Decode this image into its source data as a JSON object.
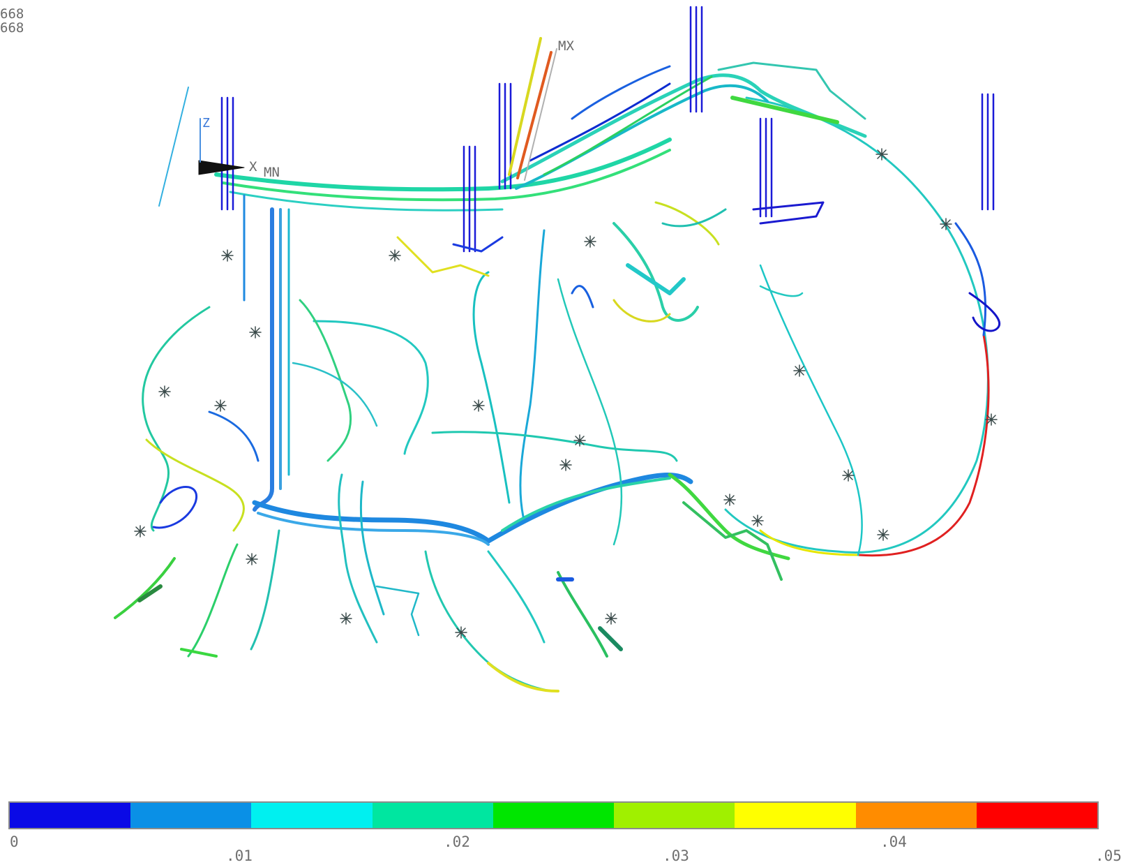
{
  "header_lines": [
    "668",
    "668"
  ],
  "markers": {
    "max": "MX",
    "min": "MN"
  },
  "triad": {
    "x": "X",
    "z": "Z"
  },
  "legend": {
    "colors": [
      "#0a0ae6",
      "#0a90e6",
      "#00f0f0",
      "#00e6a0",
      "#00e600",
      "#a0f000",
      "#ffff00",
      "#ff8c00",
      "#ff0000"
    ],
    "ticks": [
      "0",
      ".01",
      ".02",
      ".03",
      ".04",
      ".05"
    ]
  }
}
